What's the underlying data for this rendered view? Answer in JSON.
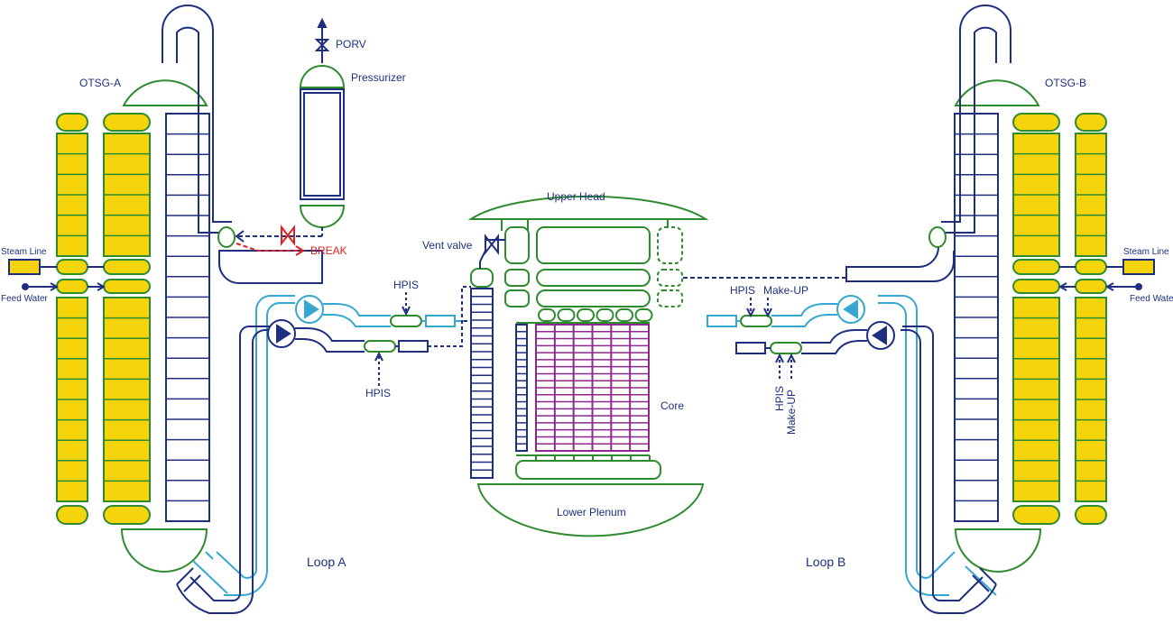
{
  "labels": {
    "otsg_a": "OTSG-A",
    "otsg_b": "OTSG-B",
    "porv": "PORV",
    "pressurizer": "Pressurizer",
    "upper_head": "Upper Head",
    "lower_plenum": "Lower Plenum",
    "core": "Core",
    "vent_valve": "Vent valve",
    "break": "BREAK",
    "steam_line_a": "Steam Line",
    "steam_line_b": "Steam Line",
    "feed_water_a": "Feed Water",
    "feed_water_b": "Feed Water",
    "hpis_a_cold": "HPIS",
    "hpis_a_hot": "HPIS",
    "hpis_b_cold": "HPIS",
    "makeup_b_cold": "Make-UP",
    "hpis_b_hot": "HPIS",
    "makeup_b_hot": "Make-UP",
    "loop_a": "Loop A",
    "loop_b": "Loop B"
  },
  "colors": {
    "navy": "#1f2f7f",
    "green": "#2e8b2e",
    "cyan": "#35a7d2",
    "yellow": "#f5d40c",
    "magenta": "#8c2a8c",
    "red": "#e02020"
  }
}
